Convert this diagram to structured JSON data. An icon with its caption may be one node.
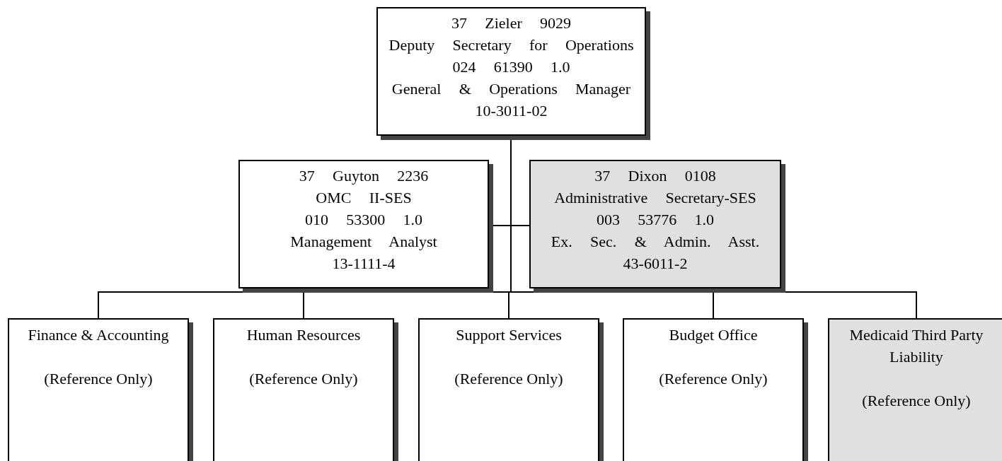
{
  "diagram": {
    "nodes": [
      {
        "text": [
          "37 Zieler 9029",
          "Deputy Secretary for Operations",
          "024 61390 1.0",
          "General & Operations Manager",
          "10-3011-02"
        ]
      },
      {
        "text": [
          "37 Guyton 2236",
          "OMC II-SES",
          "010 53300 1.0",
          "Management Analyst",
          "13-1111-4"
        ]
      },
      {
        "text": [
          "37 Dixon 0108",
          "Administrative Secretary-SES",
          "003 53776 1.0",
          "Ex. Sec. & Admin. Asst.",
          "43-6011-2"
        ]
      },
      {
        "text": [
          "Finance & Accounting",
          "(Reference Only)"
        ]
      },
      {
        "text": [
          "Human Resources",
          "(Reference Only)"
        ]
      },
      {
        "text": [
          "Support Services",
          "(Reference Only)"
        ]
      },
      {
        "text": [
          "Budget Office",
          "(Reference Only)"
        ]
      },
      {
        "text": [
          "Medicaid Third Party Liability",
          "(Reference Only)"
        ]
      }
    ],
    "edges": [
      {
        "from": 0,
        "to": 1,
        "arrow": "none"
      },
      {
        "from": 0,
        "to": 2,
        "arrow": "none"
      },
      {
        "from": 0,
        "to": 3,
        "arrow": "none"
      },
      {
        "from": 0,
        "to": 4,
        "arrow": "none"
      },
      {
        "from": 0,
        "to": 5,
        "arrow": "none"
      },
      {
        "from": 0,
        "to": 6,
        "arrow": "none"
      },
      {
        "from": 0,
        "to": 7,
        "arrow": "none"
      }
    ]
  }
}
